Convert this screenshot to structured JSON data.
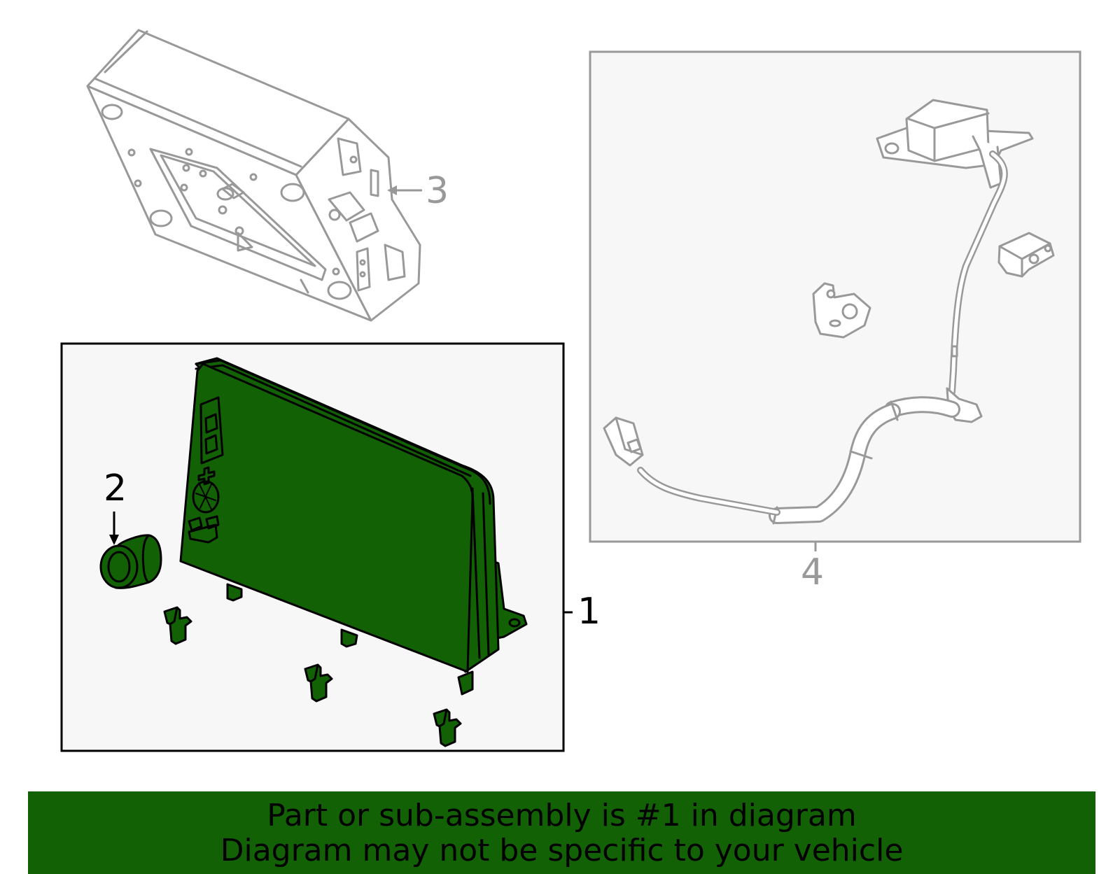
{
  "callouts": {
    "part_1": "1",
    "part_2": "2",
    "part_3": "3",
    "part_4": "4"
  },
  "footer": {
    "line1": "Part or sub-assembly is #1 in diagram",
    "line2": "Diagram may not be specific to your vehicle"
  },
  "colors": {
    "highlight_green": "#126105",
    "outline_gray": "#999999",
    "panel_fill": "#f7f7f7",
    "outline_black": "#000000"
  }
}
